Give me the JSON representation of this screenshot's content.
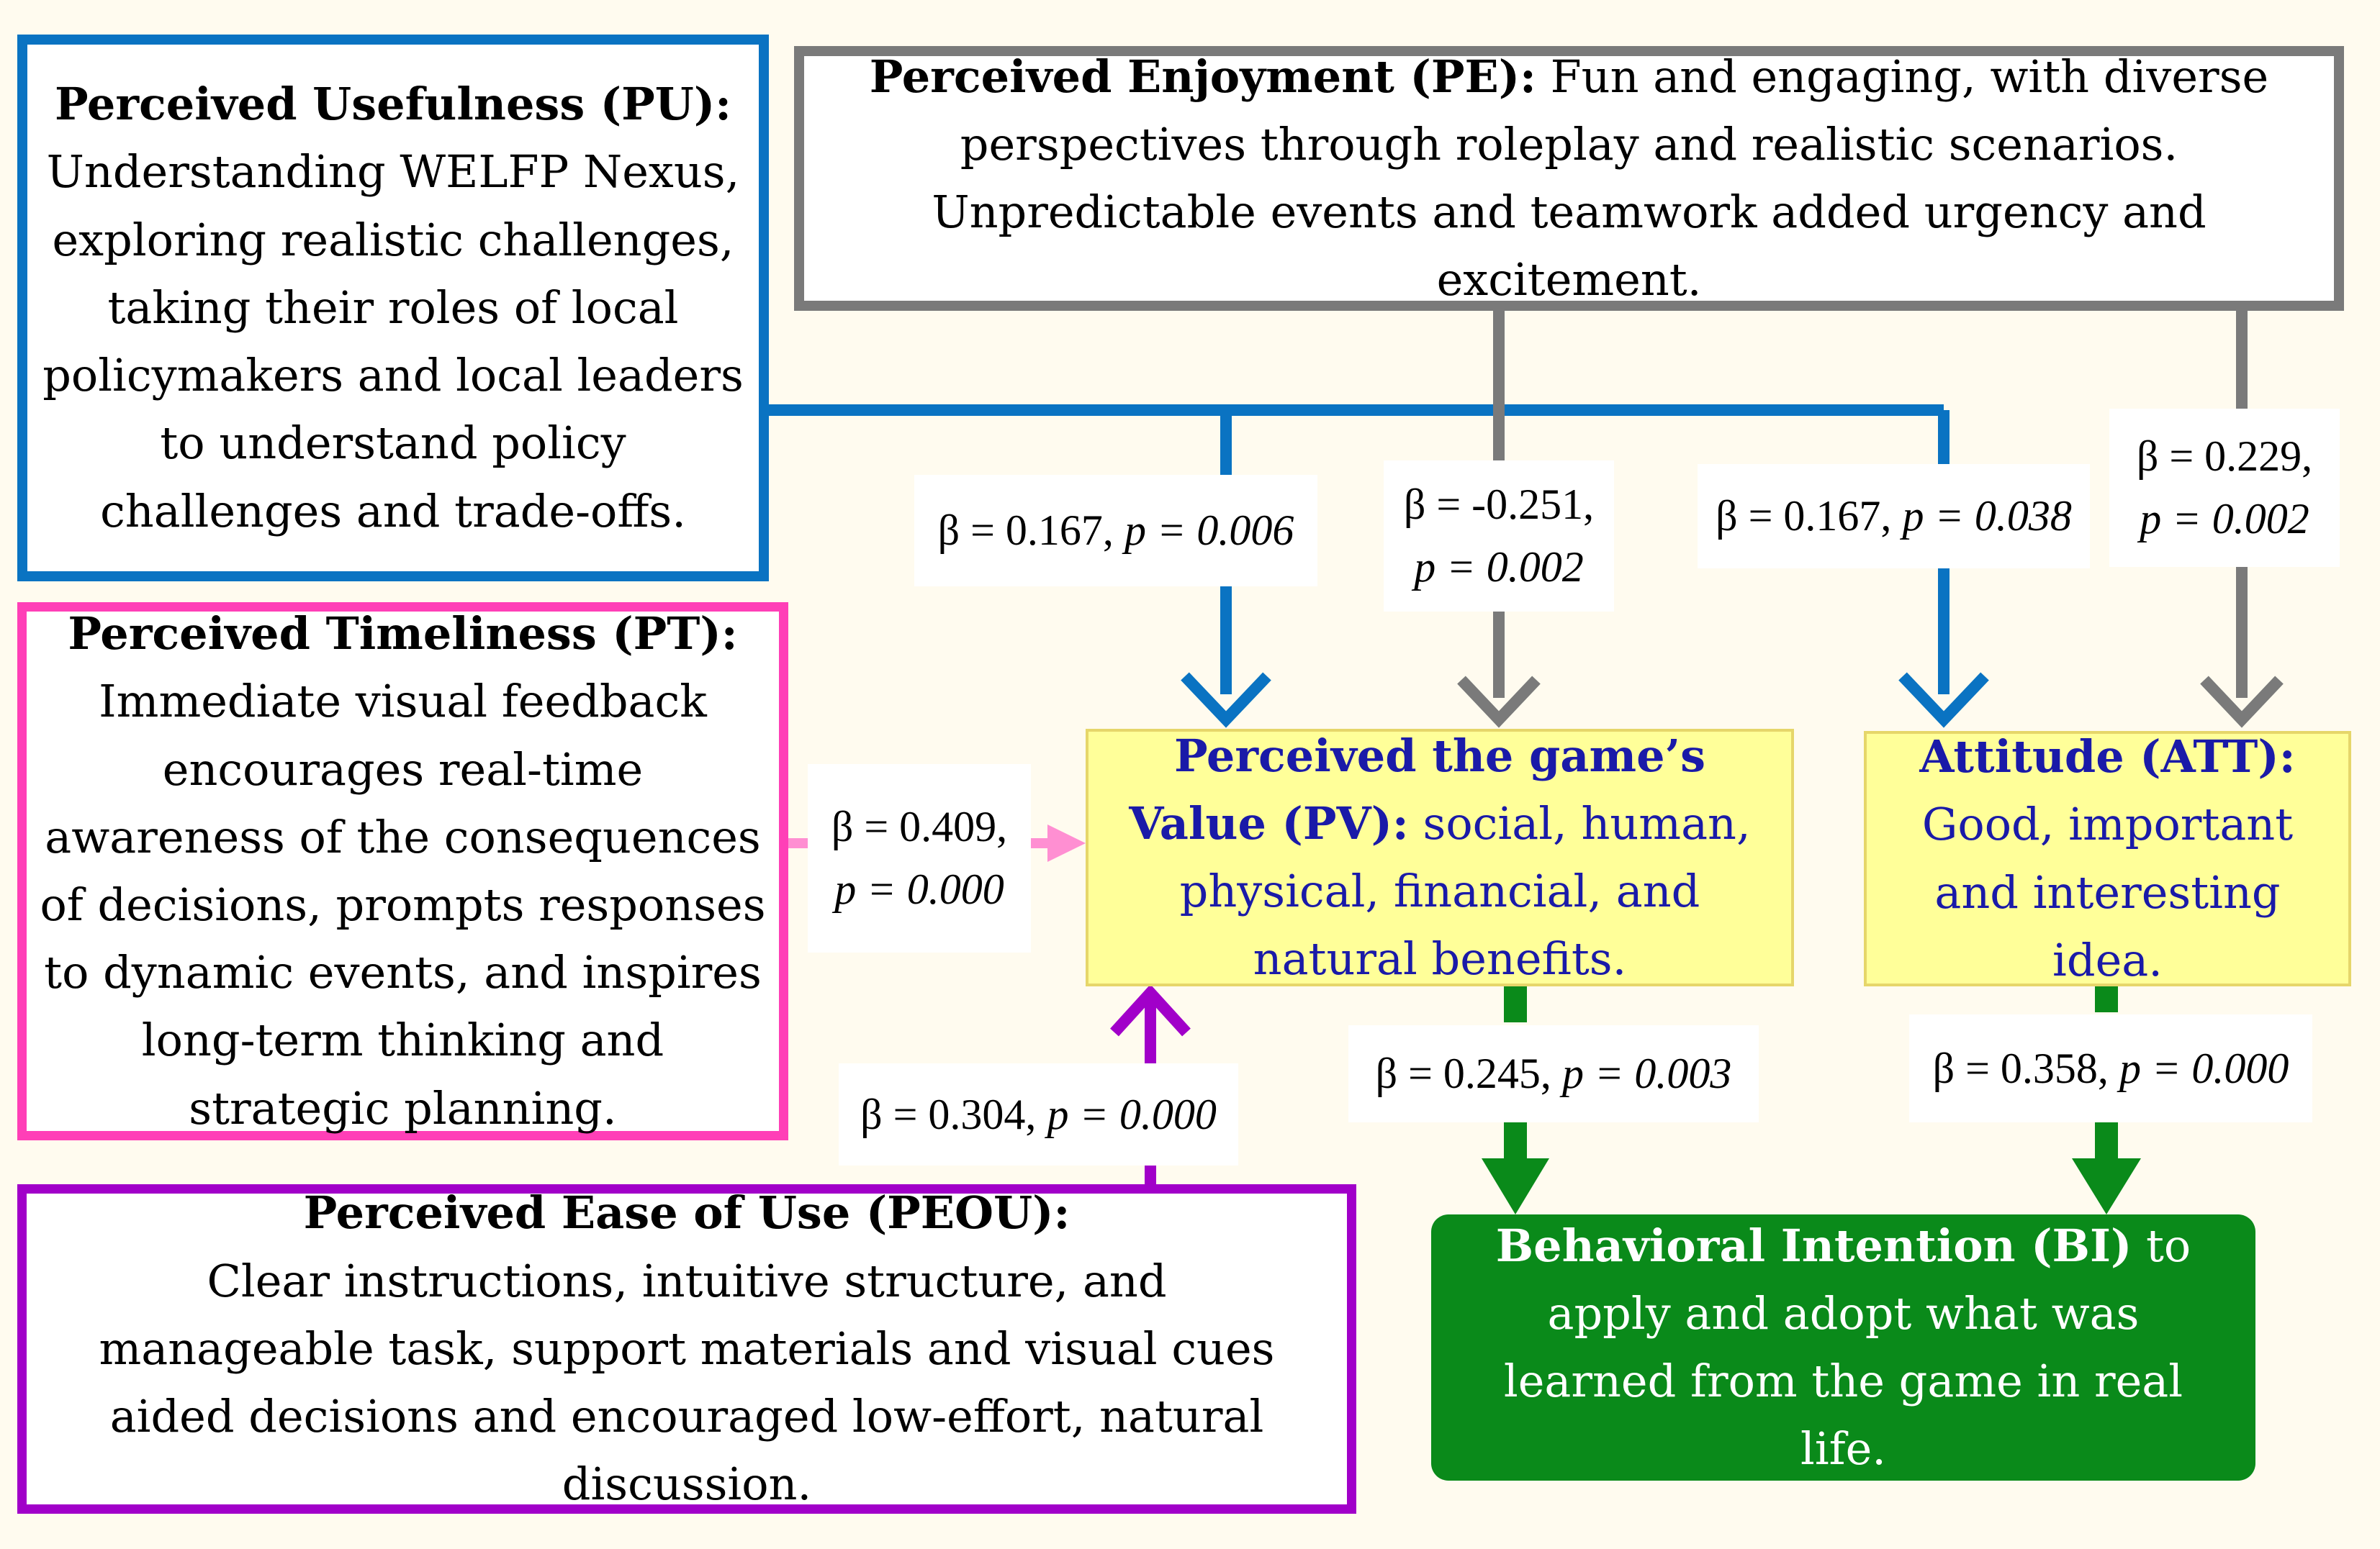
{
  "boxes": {
    "pu": {
      "title": "Perceived Usefulness (PU):",
      "text": "Understanding WELFP Nexus, exploring realistic challenges, taking their roles of local policymakers and local leaders to understand policy challenges and trade-offs."
    },
    "pe": {
      "title": "Perceived Enjoyment (PE):",
      "text": "Fun and engaging, with diverse perspectives through roleplay and realistic scenarios. Unpredictable events and teamwork added urgency and excitement."
    },
    "pt": {
      "title": "Perceived Timeliness (PT):",
      "text": "Immediate visual feedback encourages real-time awareness of the consequences of decisions, prompts responses to dynamic events, and inspires long-term thinking and strategic planning."
    },
    "peou": {
      "title": "Perceived Ease of Use (PEOU):",
      "text": "Clear instructions, intuitive structure, and manageable task, support materials and visual cues aided decisions and encouraged low-effort, natural discussion."
    },
    "pv": {
      "title": "Perceived the game’s Value (PV):",
      "text": "social, human, physical, financial, and natural benefits."
    },
    "att": {
      "title": "Attitude (ATT):",
      "text": "Good, important and interesting idea."
    },
    "bi": {
      "title": "Behavioral Intention (BI)",
      "text": "to apply and adopt what was learned from the game in real life."
    }
  },
  "paths": [
    {
      "id": "pu-pv",
      "beta": "β = 0.167,",
      "p": "p = 0.006"
    },
    {
      "id": "pe-pv",
      "beta": "β = -0.251,",
      "p": "p = 0.002"
    },
    {
      "id": "pu-att",
      "beta": "β = 0.167,",
      "p": "p = 0.038"
    },
    {
      "id": "pe-att",
      "beta": "β = 0.229,",
      "p": "p = 0.002"
    },
    {
      "id": "pt-pv",
      "beta": "β = 0.409,",
      "p": "p = 0.000"
    },
    {
      "id": "peou-pv",
      "beta": "β = 0.304,",
      "p": "p = 0.000"
    },
    {
      "id": "pv-bi",
      "beta": "β = 0.245,",
      "p": "p = 0.003"
    },
    {
      "id": "att-bi",
      "beta": "β = 0.358,",
      "p": "p = 0.000"
    }
  ],
  "colors": {
    "pu": "#0a73c2",
    "pe": "#7a7a7a",
    "pt": "#ff3fb7",
    "peou": "#a100c9",
    "bi": "#0a8a1a",
    "yellow": "#ffff99",
    "title_blue": "#1a1aa8"
  }
}
